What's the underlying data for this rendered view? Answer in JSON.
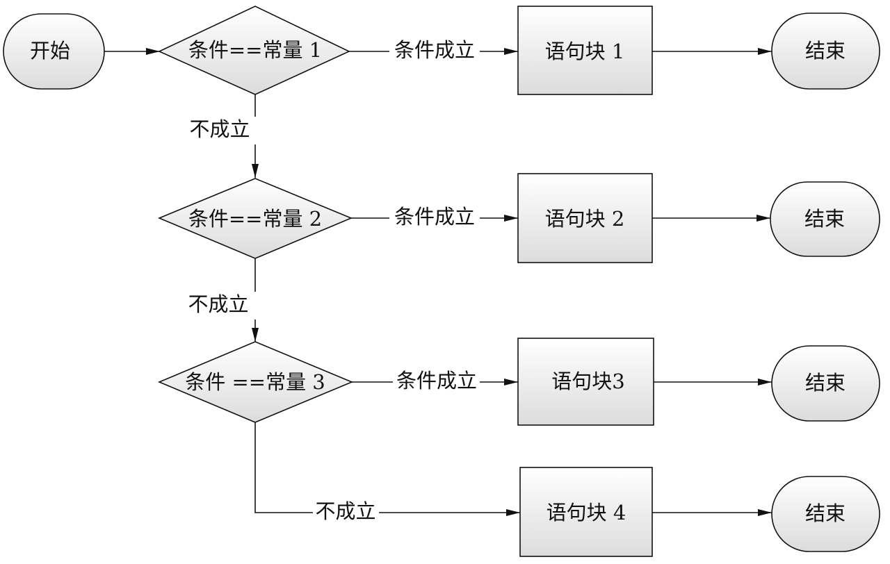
{
  "nodes": {
    "start": "开始",
    "cond1": "条件==常量 1",
    "cond2": "条件==常量 2",
    "cond3": "条件 ==常量 3",
    "block1": "语句块  1",
    "block2": "语句块  2",
    "block3": "语句块3",
    "block4": "语句块  4",
    "end1": "结束",
    "end2": "结束",
    "end3": "结束",
    "end4": "结束"
  },
  "edges": {
    "yes1": "条件成立",
    "yes2": "条件成立",
    "yes3": "条件成立",
    "no1": "不成立",
    "no2": "不成立",
    "no3": "不成立"
  }
}
